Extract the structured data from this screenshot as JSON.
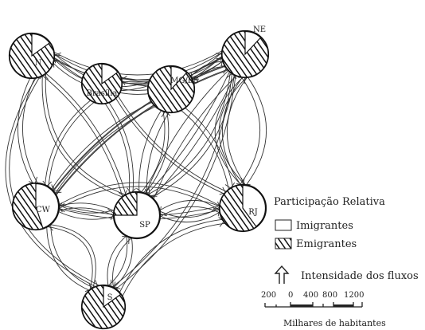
{
  "nodes": [
    {
      "id": "N",
      "label": "N",
      "emigrant_share": 0.85
    },
    {
      "id": "Brasilia",
      "label": "Brasília",
      "emigrant_share": 0.85
    },
    {
      "id": "MGES",
      "label": "MG/ES",
      "emigrant_share": 0.88
    },
    {
      "id": "NE",
      "label": "NE",
      "emigrant_share": 0.88
    },
    {
      "id": "CW",
      "label": "CW",
      "emigrant_share": 0.55
    },
    {
      "id": "SP",
      "label": "SP",
      "emigrant_share": 0.25
    },
    {
      "id": "RJ",
      "label": "RJ",
      "emigrant_share": 0.6
    },
    {
      "id": "S",
      "label": "S",
      "emigrant_share": 0.85
    }
  ],
  "legend": {
    "title": "Participação Relativa",
    "immigrants": "Imigrantes",
    "emigrants": "Emigrantes",
    "flow_intensity": "Intensidade dos fluxos"
  },
  "scale": {
    "ticks": [
      "200",
      "0",
      "400",
      "800",
      "1200"
    ],
    "unit": "Milhares de habitantes"
  },
  "colors": {
    "ink": "#222222",
    "fill": "#ffffff"
  }
}
